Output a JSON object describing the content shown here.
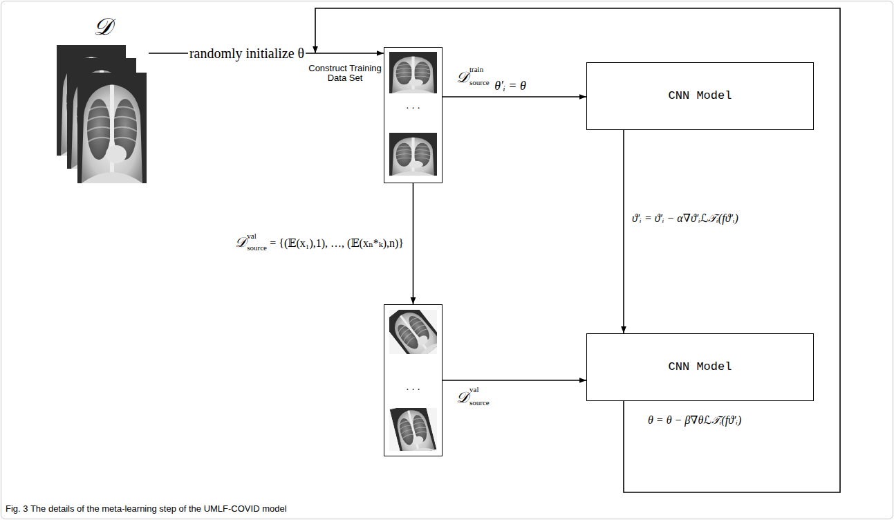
{
  "diagram": {
    "caption": "Fig. 3 The details of the meta-learning step of the UMLF-COVID model",
    "nodes": [
      {
        "text": [
          "𝒟"
        ]
      },
      {
        "text": [
          "Construct Training Data Set",
          "· · ·"
        ]
      },
      {
        "text": [
          "CNN Model"
        ]
      },
      {
        "text": [
          "· · ·"
        ]
      },
      {
        "text": [
          "CNN Model"
        ]
      }
    ],
    "edges": [
      {
        "from": 0,
        "to": 1,
        "arrow": "to",
        "label": "randomly initialize θ"
      },
      {
        "from": 1,
        "to": 2,
        "arrow": "to",
        "label": "θ′ᵢ = θ"
      },
      {
        "from": 1,
        "to": 3,
        "arrow": "to",
        "label": "= {(𝔼(x₁),1), …, (𝔼(xₙ*ₖ),n)}"
      },
      {
        "from": 3,
        "to": 4,
        "arrow": "to"
      },
      {
        "from": 2,
        "to": 4,
        "arrow": "to",
        "label": "ϑ′ᵢ = ϑ′ᵢ − α∇ϑ′ᵢℒ𝒯ᵢ(fϑ′ᵢ)"
      },
      {
        "from": 4,
        "to": 1,
        "arrow": "to",
        "label": "θ = θ − β∇θℒ𝒯ᵢ(fϑ′ᵢ)"
      }
    ],
    "labels": [
      "𝒟",
      "train",
      "source",
      "𝒟",
      "val",
      "source",
      "𝒟",
      "val",
      "source"
    ]
  }
}
